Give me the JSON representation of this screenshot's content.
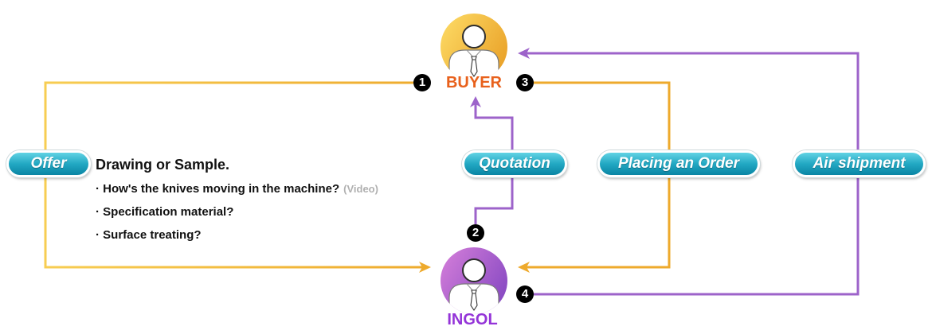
{
  "buyer": {
    "label": "BUYER",
    "icon": "person-icon"
  },
  "ingol": {
    "label": "INGOL",
    "icon": "person-icon"
  },
  "steps": [
    {
      "number": "1",
      "label": "Offer"
    },
    {
      "number": "2",
      "label": "Quotation"
    },
    {
      "number": "3",
      "label": "Placing an Order"
    },
    {
      "number": "4",
      "label": "Air shipment"
    }
  ],
  "offer_details": {
    "heading": "Drawing or Sample.",
    "items": [
      {
        "text": "· How's the knives moving in the machine?",
        "note": "(Video)"
      },
      {
        "text": "· Specification material?"
      },
      {
        "text": "· Surface treating?"
      }
    ]
  },
  "colors": {
    "buyer_label": "#e8611c",
    "ingol_label": "#9434d8",
    "buyer_avatar_light": "#fcd862",
    "buyer_avatar_dark": "#e9a027",
    "ingol_avatar_light": "#d07bd8",
    "ingol_avatar_dark": "#8548c2",
    "yellow_flow_light": "#f7cd52",
    "yellow_flow": "#eeaa2c",
    "purple_flow": "#9d63ca",
    "pill_top": "#62d3e4",
    "pill_mid": "#22a8c3",
    "pill_bottom": "#0a85a4",
    "badge": "#000000",
    "note": "#b0b0b0"
  }
}
